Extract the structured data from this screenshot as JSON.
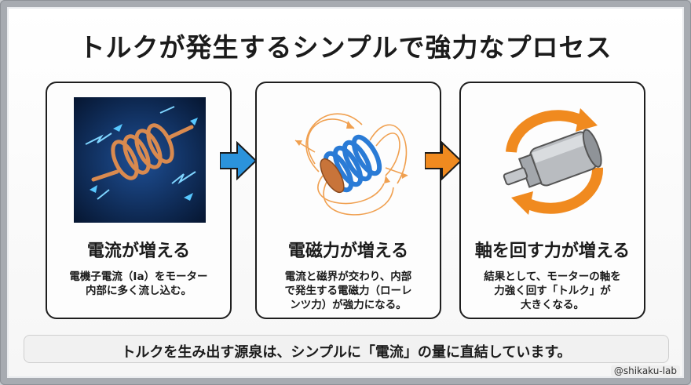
{
  "title": "トルクが発生するシンプルで強力なプロセス",
  "steps": [
    {
      "title": "電流が増える",
      "desc": "電機子電流（Ia）をモーター\n内部に多く流し込む。",
      "illustration": "coil-with-current-icon"
    },
    {
      "title": "電磁力が増える",
      "desc": "電流と磁界が交わり、内部\nで発生する電磁力（ローレ\nンツ力）が強力になる。",
      "illustration": "electromagnet-field-icon"
    },
    {
      "title": "軸を回す力が増える",
      "desc": "結果として、モーターの軸を\n力強く回す「トルク」が\n大きくなる。",
      "illustration": "motor-rotation-icon"
    }
  ],
  "footer": "トルクを生み出す源泉は、シンプルに「電流」の量に直結しています。",
  "credit": "@shikaku-lab",
  "colors": {
    "arrow1": "#2b93dc",
    "arrow2": "#f08a1f",
    "copper": "#c8743a",
    "blue_coil": "#2a7bd6"
  }
}
